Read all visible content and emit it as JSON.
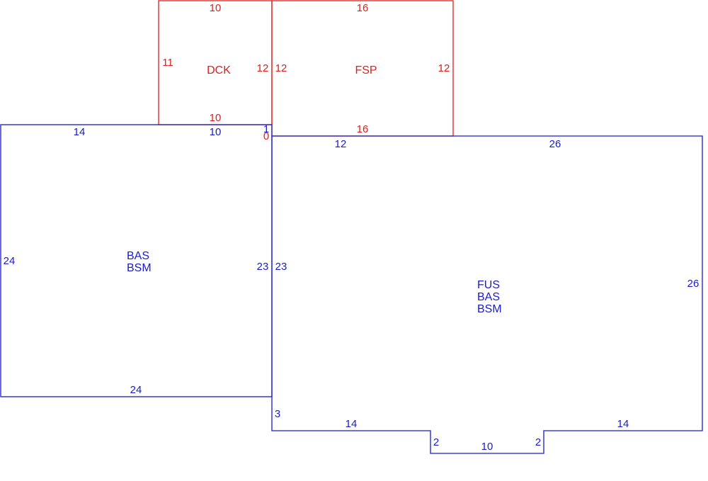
{
  "colors": {
    "red": "#e01e1e",
    "blue": "#1a1ad0"
  },
  "areas": {
    "dck": {
      "codes": [
        "DCK"
      ],
      "dims": {
        "top": "10",
        "left": "11",
        "right": "12",
        "bottom": "10"
      }
    },
    "fsp": {
      "codes": [
        "FSP"
      ],
      "dims": {
        "top": "16",
        "left": "12",
        "right": "12",
        "bottom": "16"
      }
    },
    "bas_left": {
      "codes": [
        "BAS",
        "BSM"
      ],
      "dims": {
        "top_a": "14",
        "top_b": "10",
        "jog_top": "1",
        "jog_bottom": "0",
        "left": "24",
        "right": "23",
        "bottom": "24"
      }
    },
    "fus": {
      "codes": [
        "FUS",
        "BAS",
        "BSM"
      ],
      "dims": {
        "top_a": "12",
        "top_b": "26",
        "left": "23",
        "right": "26",
        "left_jog": "3",
        "bottom_left": "14",
        "notch_left": "2",
        "notch_bottom": "10",
        "notch_right": "2",
        "bottom_right": "14"
      }
    }
  }
}
